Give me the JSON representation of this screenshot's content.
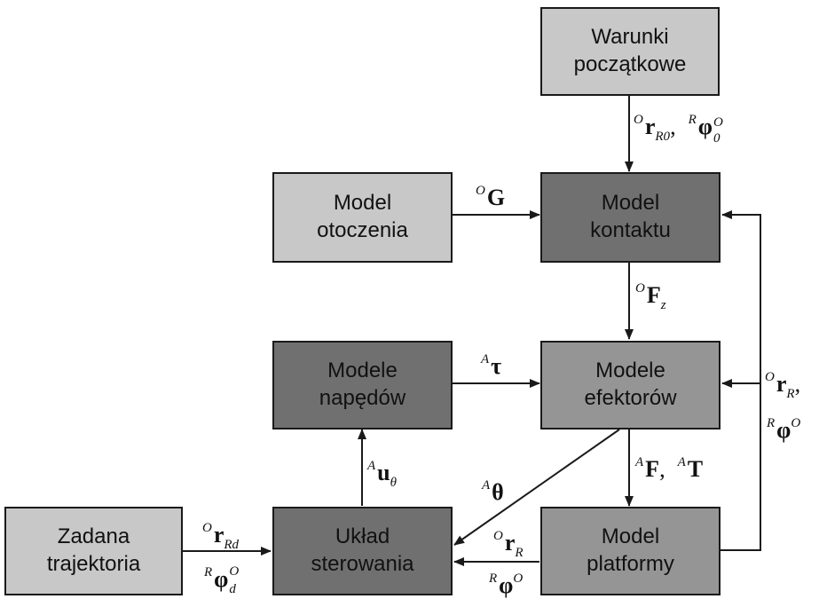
{
  "nodes": {
    "warunki": "Warunki\npoczątkowe",
    "otoczenie": "Model\notoczenia",
    "kontakt": "Model\nkontaktu",
    "napedy": "Modele\nnapędów",
    "efektory": "Modele\nefektorów",
    "zadana": "Zadana\ntrajektoria",
    "uklad": "Układ\nsterowania",
    "platforma": "Model\nplatformy"
  },
  "colors": {
    "light": "#c8c8c8",
    "mid": "#959595",
    "dark": "#707070",
    "line": "#1a1a1a"
  },
  "labels": {
    "init": {
      "p1": "O",
      "s1": "r",
      "sub1": "R0",
      "sep": ",",
      "p2": "R",
      "s2": "φ",
      "sup2": "O",
      "sub2": "0"
    },
    "g": {
      "pre": "O",
      "sym": "G"
    },
    "fz": {
      "pre": "O",
      "sym": "F",
      "sub": "z"
    },
    "tau": {
      "pre": "A",
      "sym": "τ"
    },
    "u": {
      "pre": "A",
      "sym": "u",
      "sub": "θ"
    },
    "theta": {
      "pre": "A",
      "sym": "θ"
    },
    "ft": {
      "p1": "A",
      "s1": "F",
      "sep": ",",
      "p2": "A",
      "s2": "T"
    },
    "feedback_r": {
      "pre": "O",
      "sym": "r",
      "sub": "R",
      "sep": ","
    },
    "feedback_phi": {
      "pre": "R",
      "sym": "φ",
      "sup": "O"
    },
    "rd": {
      "pre": "O",
      "sym": "r",
      "sub": "Rd"
    },
    "phid": {
      "pre": "R",
      "sym": "φ",
      "sup": "O",
      "sub": "d"
    },
    "plat_r": {
      "pre": "O",
      "sym": "r",
      "sub": "R"
    },
    "plat_phi": {
      "pre": "R",
      "sym": "φ",
      "sup": "O"
    }
  }
}
